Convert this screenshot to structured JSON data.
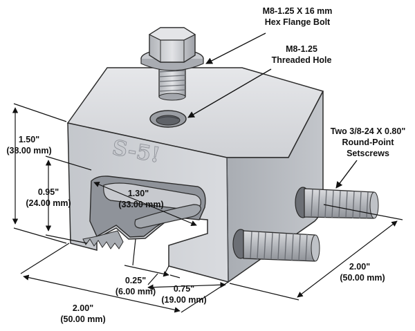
{
  "callouts": {
    "bolt_line1": "M8-1.25 X 16 mm",
    "bolt_line2": "Hex Flange Bolt",
    "hole_line1": "M8-1.25",
    "hole_line2": "Threaded Hole",
    "setscrew_line1": "Two 3/8-24 X 0.80\"",
    "setscrew_line2": "Round-Point",
    "setscrew_line3": "Setscrews"
  },
  "dimensions": {
    "height_in": "1.50\"",
    "height_mm": "(38.00 mm)",
    "slot_height_in": "0.95\"",
    "slot_height_mm": "(24.00 mm)",
    "slot_depth_in": "1.30\"",
    "slot_depth_mm": "(33.00 mm)",
    "gap_in": "0.25\"",
    "gap_mm": "(6.00 mm)",
    "lip_in": "0.75\"",
    "lip_mm": "(19.00 mm)",
    "width_in": "2.00\"",
    "width_mm": "(50.00 mm)",
    "depth_in": "2.00\"",
    "depth_mm": "(50.00 mm)"
  },
  "logo_text": "S-5!",
  "colors": {
    "metal_light": "#d3d5d9",
    "metal_mid": "#b9bcc2",
    "metal_dark": "#8f939a",
    "outline": "#2b2b2b",
    "dimension_line": "#111111"
  }
}
